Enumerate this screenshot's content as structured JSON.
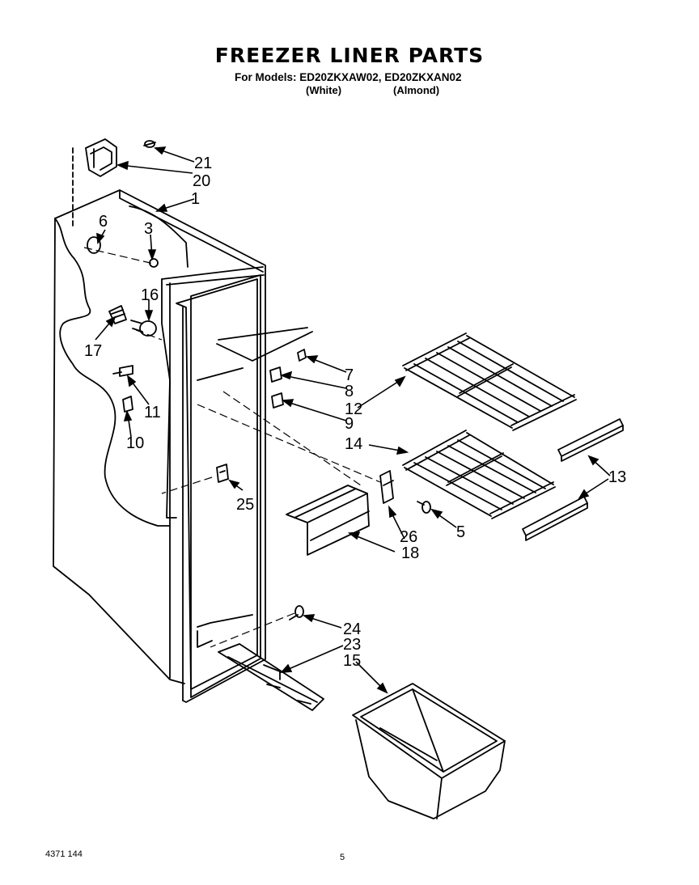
{
  "header": {
    "title": "FREEZER LINER PARTS",
    "models_line": "For Models: ED20ZKXAW02, ED20ZKXAN02",
    "color_white": "(White)",
    "color_almond": "(Almond)"
  },
  "footer": {
    "doc_number": "4371 144",
    "page_number": "5"
  },
  "callouts": [
    "21",
    "20",
    "1",
    "6",
    "3",
    "16",
    "17",
    "11",
    "10",
    "7",
    "8",
    "12",
    "9",
    "14",
    "13",
    "5",
    "26",
    "18",
    "25",
    "24",
    "23",
    "15"
  ],
  "colors": {
    "ink": "#000000",
    "paper": "#ffffff"
  }
}
